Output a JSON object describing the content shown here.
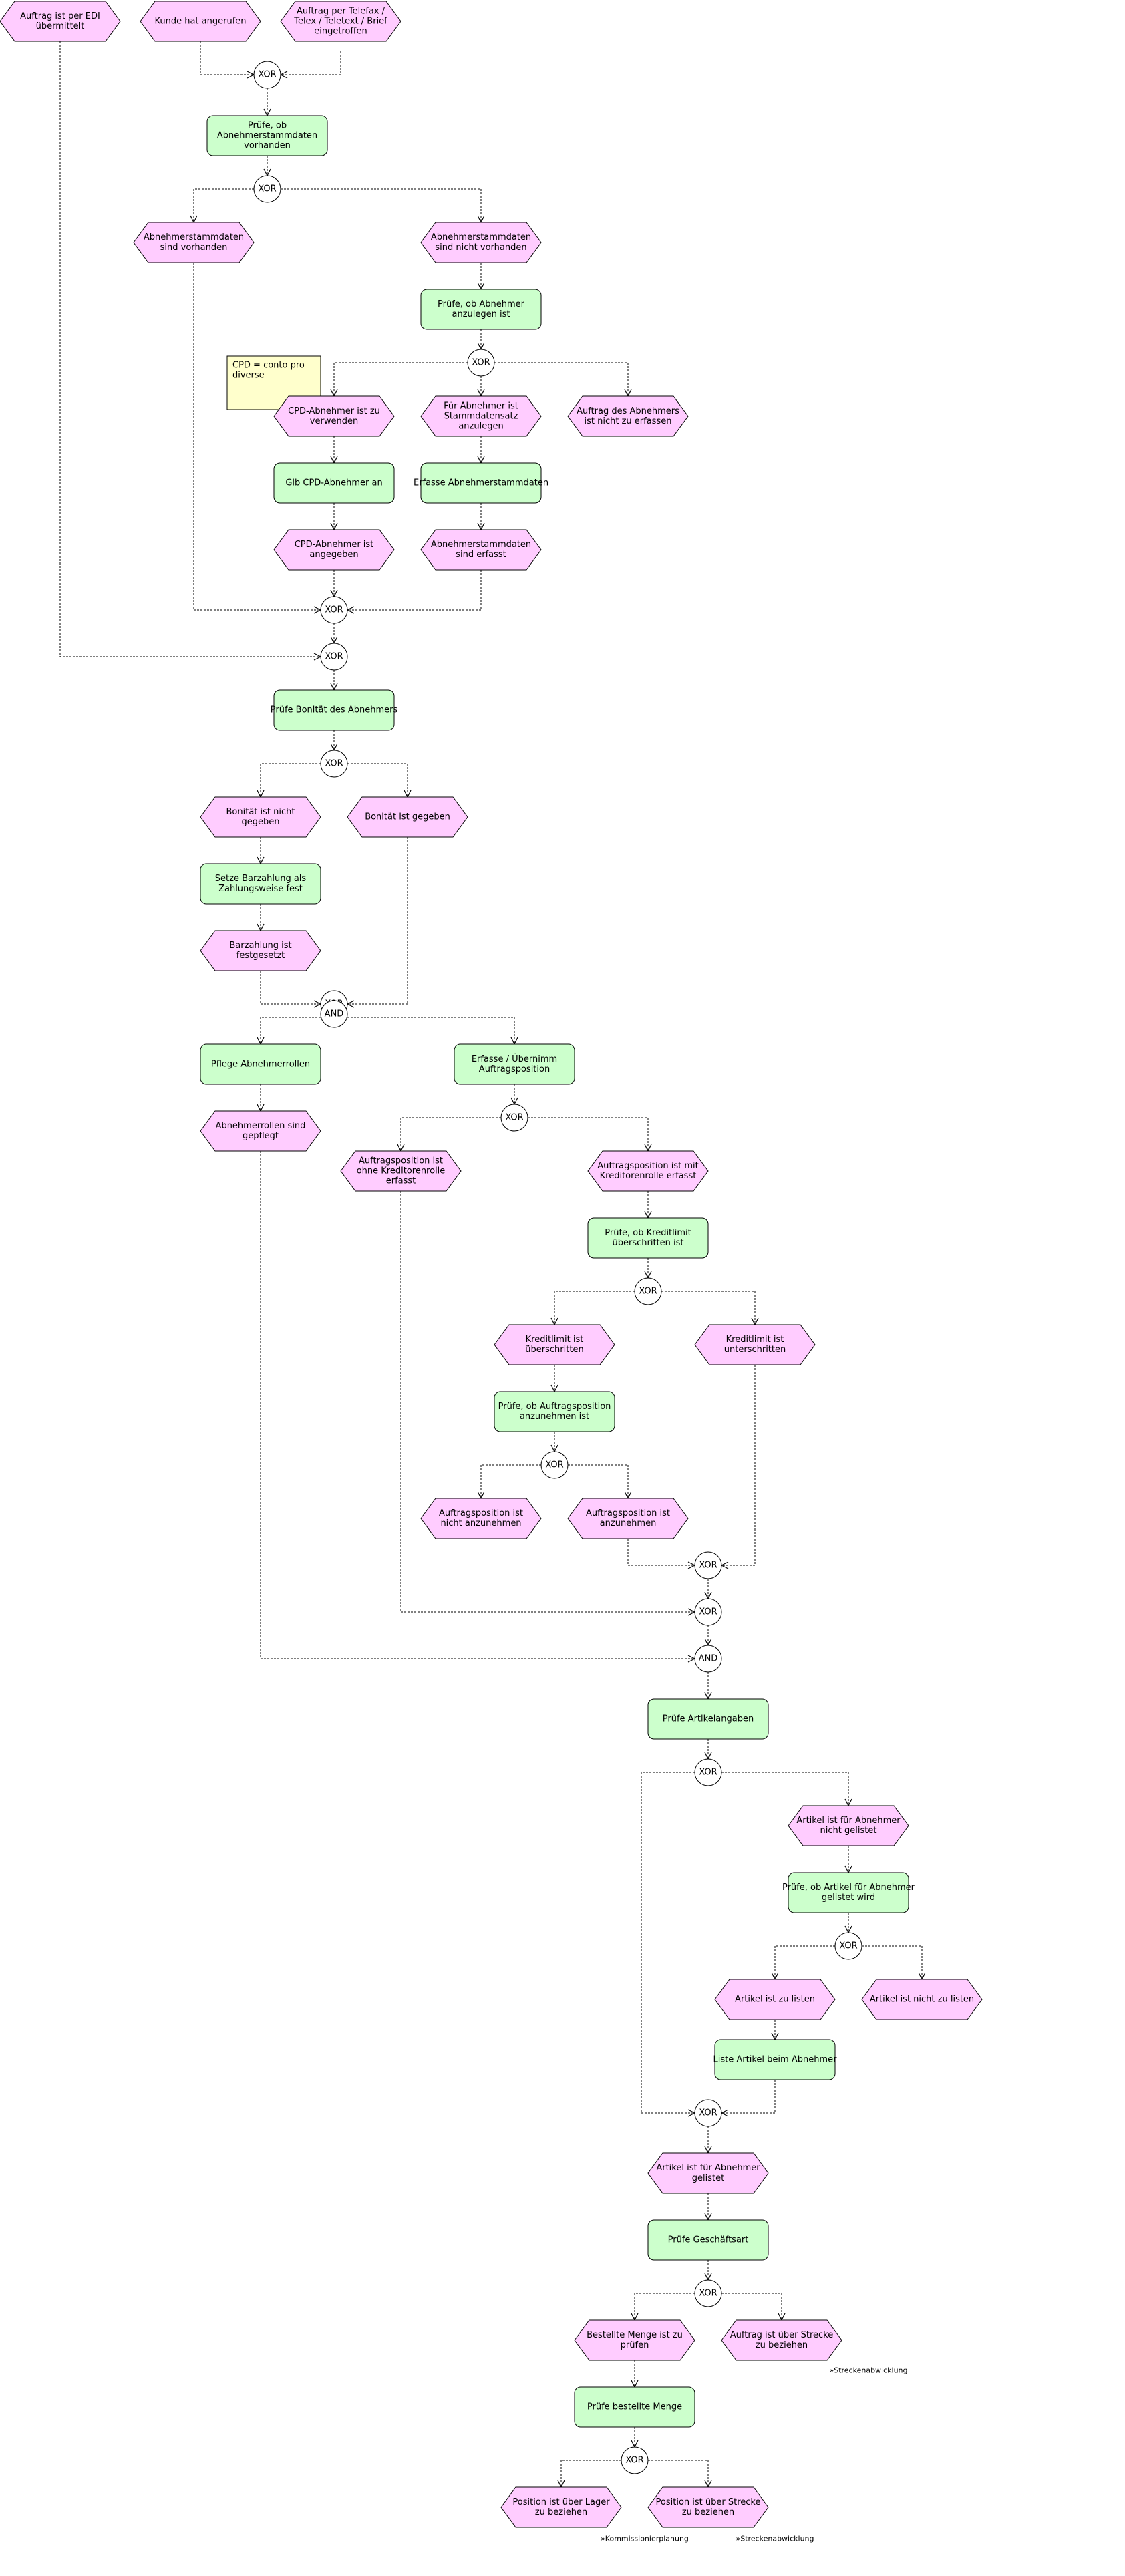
{
  "colors": {
    "event_fill": "#FFCCFF",
    "function_fill": "#CCFFCC",
    "note_fill": "#FFFFCC",
    "stroke": "#000000",
    "background": "#FFFFFF"
  },
  "nodes": [
    {
      "id": "e1",
      "kind": "event",
      "lines": [
        "Auftrag ist per EDI",
        "übermittelt"
      ]
    },
    {
      "id": "e2",
      "kind": "event",
      "lines": [
        "Kunde hat angerufen"
      ]
    },
    {
      "id": "e3",
      "kind": "event",
      "lines": [
        "Auftrag per Telefax /",
        "Telex / Teletext / Brief",
        "eingetroffen"
      ]
    },
    {
      "id": "c1",
      "kind": "connector",
      "label": "XOR"
    },
    {
      "id": "f1",
      "kind": "function",
      "lines": [
        "Prüfe, ob",
        "Abnehmerstammdaten",
        "vorhanden"
      ]
    },
    {
      "id": "c2",
      "kind": "connector",
      "label": "XOR"
    },
    {
      "id": "e4",
      "kind": "event",
      "lines": [
        "Abnehmerstammdaten",
        "sind vorhanden"
      ]
    },
    {
      "id": "e5",
      "kind": "event",
      "lines": [
        "Abnehmerstammdaten",
        "sind nicht vorhanden"
      ]
    },
    {
      "id": "f2",
      "kind": "function",
      "lines": [
        "Prüfe, ob Abnehmer",
        "anzulegen ist"
      ]
    },
    {
      "id": "c3",
      "kind": "connector",
      "label": "XOR"
    },
    {
      "id": "n1",
      "kind": "note",
      "lines": [
        "CPD = conto pro",
        "diverse"
      ]
    },
    {
      "id": "e6",
      "kind": "event",
      "lines": [
        "CPD-Abnehmer ist zu",
        "verwenden"
      ]
    },
    {
      "id": "e7",
      "kind": "event",
      "lines": [
        "Für Abnehmer ist",
        "Stammdatensatz",
        "anzulegen"
      ]
    },
    {
      "id": "e8",
      "kind": "event",
      "lines": [
        "Auftrag des Abnehmers",
        "ist nicht zu erfassen"
      ]
    },
    {
      "id": "f3",
      "kind": "function",
      "lines": [
        "Gib CPD-Abnehmer an"
      ]
    },
    {
      "id": "f4",
      "kind": "function",
      "lines": [
        "Erfasse Abnehmerstammdaten"
      ]
    },
    {
      "id": "e9",
      "kind": "event",
      "lines": [
        "CPD-Abnehmer ist",
        "angegeben"
      ]
    },
    {
      "id": "e10",
      "kind": "event",
      "lines": [
        "Abnehmerstammdaten",
        "sind erfasst"
      ]
    },
    {
      "id": "c4",
      "kind": "connector",
      "label": "XOR"
    },
    {
      "id": "c5",
      "kind": "connector",
      "label": "XOR"
    },
    {
      "id": "f5",
      "kind": "function",
      "lines": [
        "Prüfe Bonität des Abnehmers"
      ]
    },
    {
      "id": "c6",
      "kind": "connector",
      "label": "XOR"
    },
    {
      "id": "e11",
      "kind": "event",
      "lines": [
        "Bonität ist nicht",
        "gegeben"
      ]
    },
    {
      "id": "e12",
      "kind": "event",
      "lines": [
        "Bonität ist gegeben"
      ]
    },
    {
      "id": "f6",
      "kind": "function",
      "lines": [
        "Setze Barzahlung als",
        "Zahlungsweise fest"
      ]
    },
    {
      "id": "e13",
      "kind": "event",
      "lines": [
        "Barzahlung ist",
        "festgesetzt"
      ]
    },
    {
      "id": "c7",
      "kind": "connector",
      "label": "XOR"
    },
    {
      "id": "c8",
      "kind": "connector",
      "label": "AND"
    },
    {
      "id": "f7",
      "kind": "function",
      "lines": [
        "Pflege Abnehmerrollen"
      ]
    },
    {
      "id": "f8",
      "kind": "function",
      "lines": [
        "Erfasse / Übernimm",
        "Auftragsposition"
      ]
    },
    {
      "id": "e14",
      "kind": "event",
      "lines": [
        "Abnehmerrollen sind",
        "gepflegt"
      ]
    },
    {
      "id": "c9",
      "kind": "connector",
      "label": "XOR"
    },
    {
      "id": "e15",
      "kind": "event",
      "lines": [
        "Auftragsposition ist",
        "ohne Kreditorenrolle",
        "erfasst"
      ]
    },
    {
      "id": "e16",
      "kind": "event",
      "lines": [
        "Auftragsposition ist mit",
        "Kreditorenrolle erfasst"
      ]
    },
    {
      "id": "f9",
      "kind": "function",
      "lines": [
        "Prüfe, ob Kreditlimit",
        "überschritten ist"
      ]
    },
    {
      "id": "c10",
      "kind": "connector",
      "label": "XOR"
    },
    {
      "id": "e17",
      "kind": "event",
      "lines": [
        "Kreditlimit ist",
        "überschritten"
      ]
    },
    {
      "id": "e18",
      "kind": "event",
      "lines": [
        "Kreditlimit ist",
        "unterschritten"
      ]
    },
    {
      "id": "f10",
      "kind": "function",
      "lines": [
        "Prüfe, ob Auftragsposition",
        "anzunehmen ist"
      ]
    },
    {
      "id": "c11",
      "kind": "connector",
      "label": "XOR"
    },
    {
      "id": "e19",
      "kind": "event",
      "lines": [
        "Auftragsposition ist",
        "nicht anzunehmen"
      ]
    },
    {
      "id": "e20",
      "kind": "event",
      "lines": [
        "Auftragsposition ist",
        "anzunehmen"
      ]
    },
    {
      "id": "c12",
      "kind": "connector",
      "label": "XOR"
    },
    {
      "id": "c13",
      "kind": "connector",
      "label": "XOR"
    },
    {
      "id": "c14",
      "kind": "connector",
      "label": "AND"
    },
    {
      "id": "f11",
      "kind": "function",
      "lines": [
        "Prüfe Artikelangaben"
      ]
    },
    {
      "id": "c15",
      "kind": "connector",
      "label": "XOR"
    },
    {
      "id": "e21",
      "kind": "event",
      "lines": [
        "Artikel ist für Abnehmer",
        "nicht gelistet"
      ]
    },
    {
      "id": "f12",
      "kind": "function",
      "lines": [
        "Prüfe, ob Artikel für Abnehmer",
        "gelistet wird"
      ]
    },
    {
      "id": "c16",
      "kind": "connector",
      "label": "XOR"
    },
    {
      "id": "e22",
      "kind": "event",
      "lines": [
        "Artikel ist zu listen"
      ]
    },
    {
      "id": "e23",
      "kind": "event",
      "lines": [
        "Artikel ist nicht zu listen"
      ]
    },
    {
      "id": "f13",
      "kind": "function",
      "lines": [
        "Liste Artikel beim Abnehmer"
      ]
    },
    {
      "id": "c17",
      "kind": "connector",
      "label": "XOR"
    },
    {
      "id": "e24",
      "kind": "event",
      "lines": [
        "Artikel ist für Abnehmer",
        "gelistet"
      ]
    },
    {
      "id": "f14",
      "kind": "function",
      "lines": [
        "Prüfe Geschäftsart"
      ]
    },
    {
      "id": "c18",
      "kind": "connector",
      "label": "XOR"
    },
    {
      "id": "e25",
      "kind": "event",
      "lines": [
        "Bestellte Menge ist zu",
        "prüfen"
      ]
    },
    {
      "id": "e26",
      "kind": "event",
      "lines": [
        "Auftrag ist über Strecke",
        "zu beziehen"
      ]
    },
    {
      "id": "t1",
      "kind": "link",
      "lines": [
        "»Streckenabwicklung"
      ]
    },
    {
      "id": "f15",
      "kind": "function",
      "lines": [
        "Prüfe bestellte Menge"
      ]
    },
    {
      "id": "c19",
      "kind": "connector",
      "label": "XOR"
    },
    {
      "id": "e27",
      "kind": "event",
      "lines": [
        "Position ist über Lager",
        "zu beziehen"
      ]
    },
    {
      "id": "e28",
      "kind": "event",
      "lines": [
        "Position ist über Strecke",
        "zu beziehen"
      ]
    },
    {
      "id": "t2",
      "kind": "link",
      "lines": [
        "»Kommissionierplanung"
      ]
    },
    {
      "id": "t3",
      "kind": "link",
      "lines": [
        "»Streckenabwicklung"
      ]
    }
  ]
}
